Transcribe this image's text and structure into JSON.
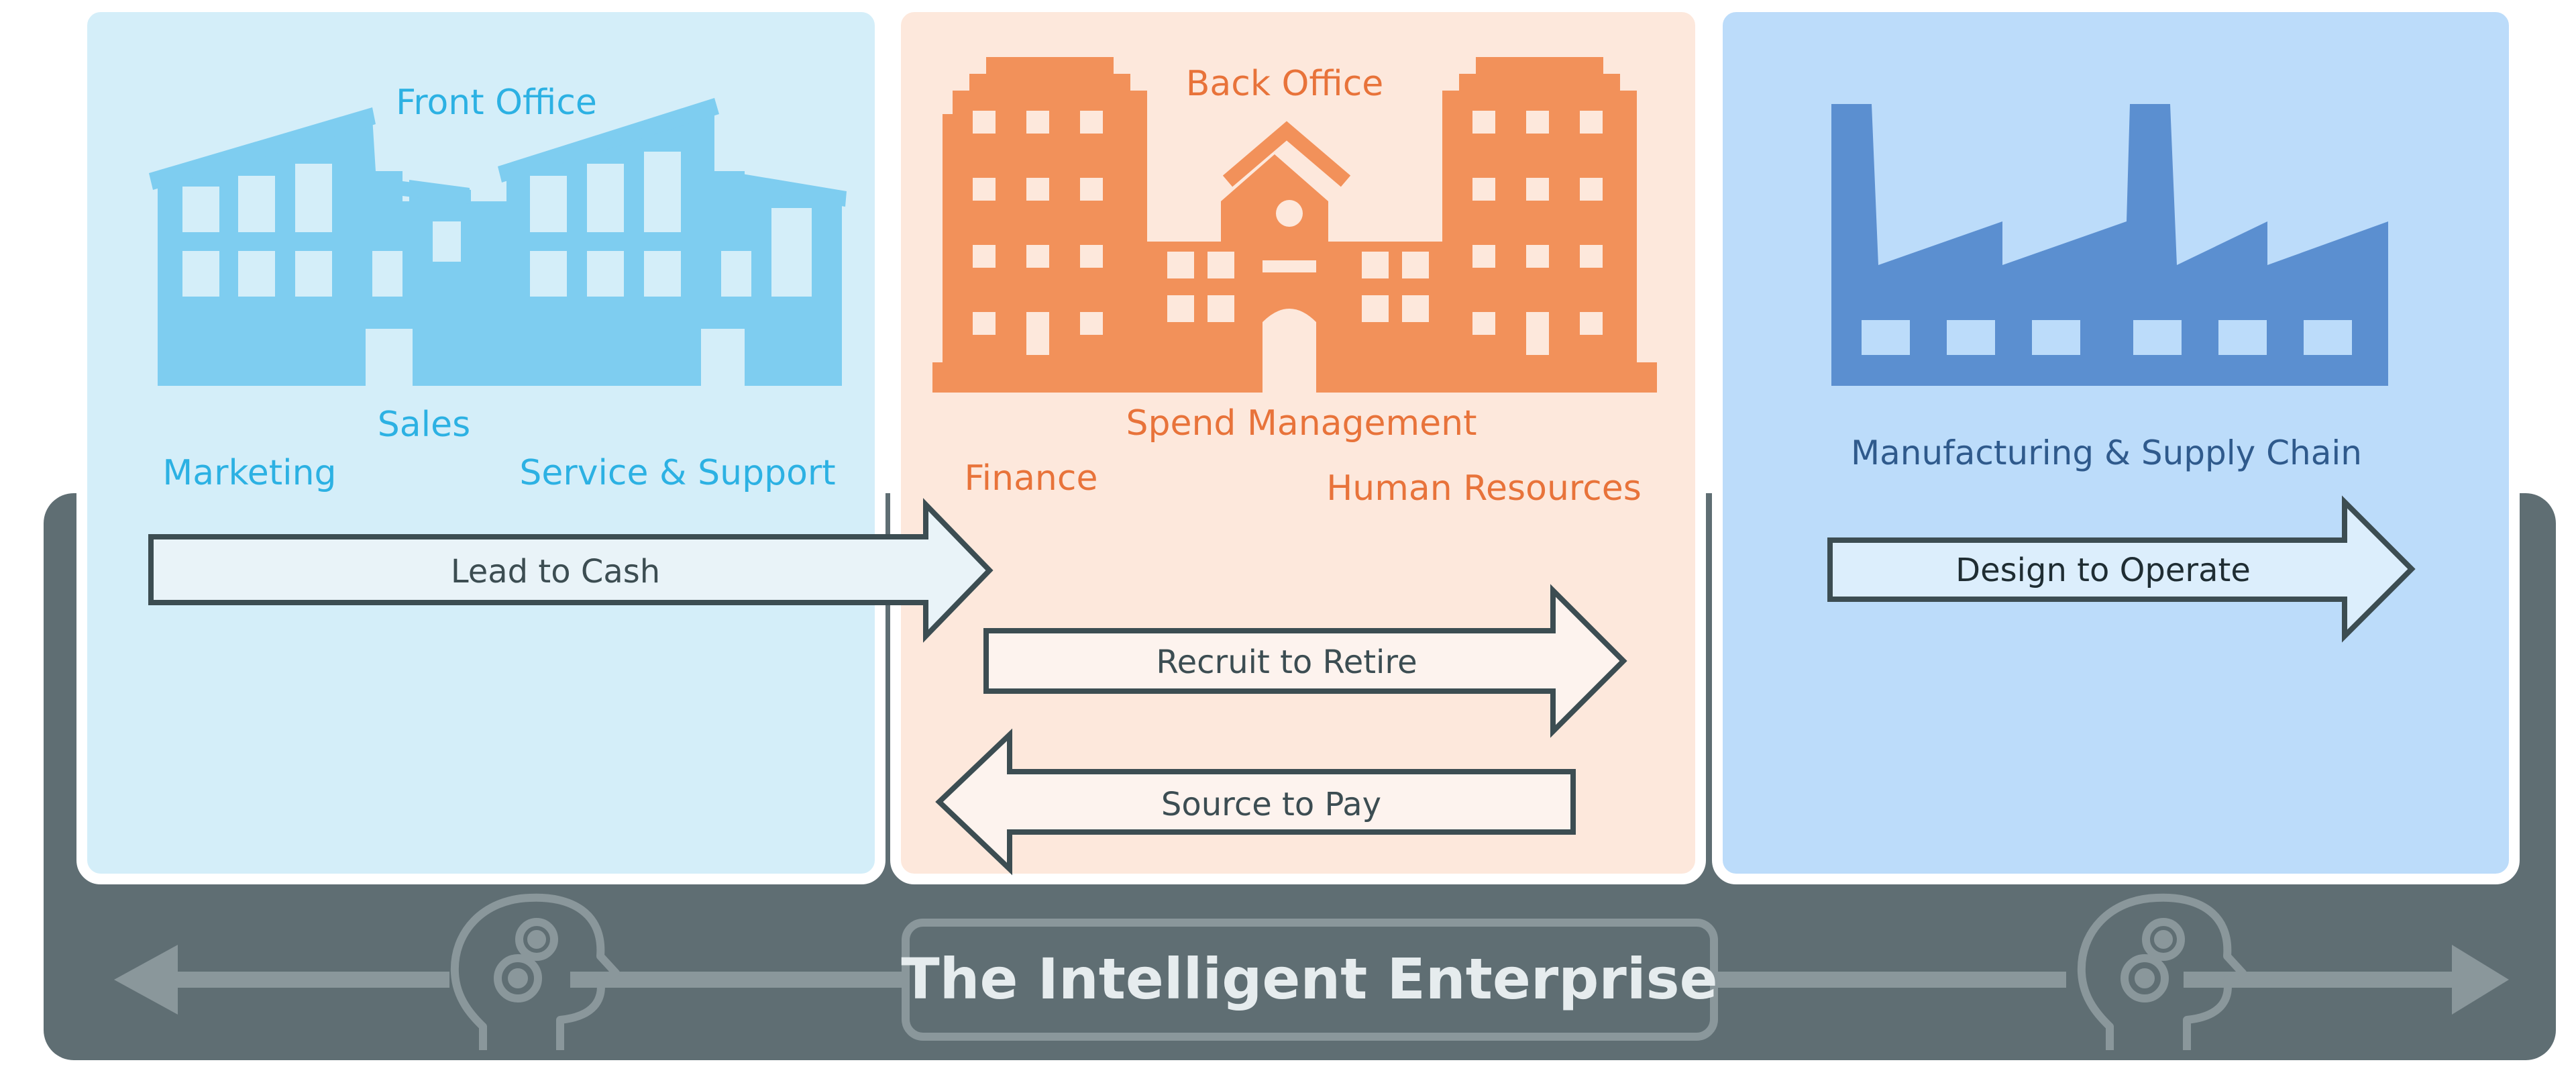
{
  "front_office": {
    "title": "Front Office",
    "sales": "Sales",
    "marketing": "Marketing",
    "service": "Service & Support"
  },
  "back_office": {
    "title": "Back Office",
    "spend": "Spend Management",
    "finance": "Finance",
    "hr": "Human Resources"
  },
  "manufacturing": {
    "title": "Manufacturing & Supply Chain"
  },
  "processes": {
    "lead_to_cash": "Lead to Cash",
    "recruit_to_retire": "Recruit to Retire",
    "source_to_pay": "Source to Pay",
    "design_to_operate": "Design to Operate"
  },
  "enterprise": {
    "title": "The Intelligent Enterprise"
  },
  "colors": {
    "front_panel": "#d4eef9",
    "front_accent": "#2cb1e3",
    "front_building": "#7ecdf0",
    "back_panel": "#fde8dc",
    "back_accent": "#e8733a",
    "back_building": "#f2915a",
    "mfg_panel": "#bcdcfa",
    "mfg_accent": "#2f5a8c",
    "mfg_factory": "#5b8fd0",
    "band": "#5f6e73",
    "band_light": "#8a979b",
    "arrow_fill": "#e9f3f8",
    "arrow_stroke": "#3c4d52",
    "enterprise_text": "#e6ecee"
  },
  "icons": {
    "front_office": "office-buildings-icon",
    "back_office": "campus-building-icon",
    "manufacturing": "factory-icon",
    "ai_left": "brain-gears-head-icon",
    "ai_right": "brain-gears-head-icon"
  }
}
